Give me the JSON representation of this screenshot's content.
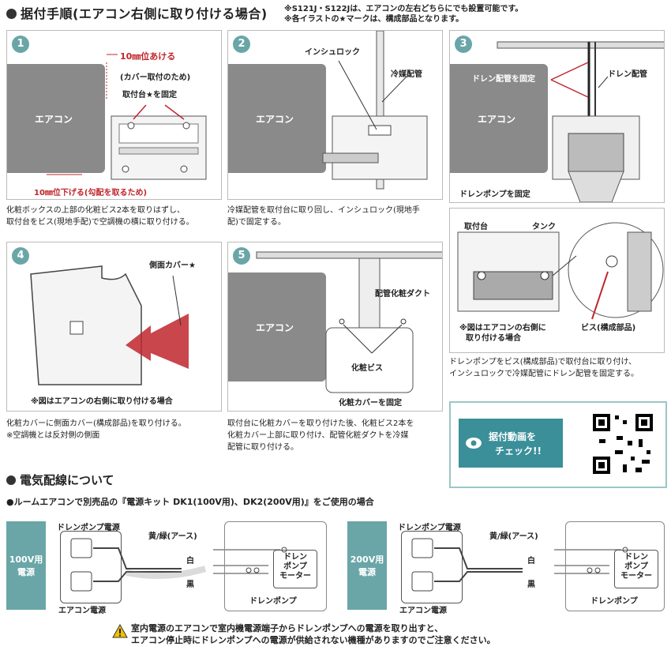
{
  "header": {
    "title": "据付手順(エアコン右側に取り付ける場合)",
    "note1": "※S121J・S122Jは、エアコンの左右どちらにでも設置可能です。",
    "note2": "※各イラストの★マークは、構成部品となります。"
  },
  "step1": {
    "num": "1",
    "ac_label": "エアコン",
    "l1": "10㎜位あける",
    "l2": "(カバー取付のため)",
    "l3": "取付台★を固定",
    "l4": "10㎜位下げる(勾配を取るため)",
    "caption1": "化粧ボックスの上部の化粧ビス2本を取りはずし、",
    "caption2": "取付台をビス(現地手配)で空調機の横に取り付ける。"
  },
  "step2": {
    "num": "2",
    "ac_label": "エアコン",
    "l1": "インシュロック",
    "l2": "冷媒配管",
    "caption1": "冷媒配管を取付台に取り回し、インシュロック(現地手",
    "caption2": "配)で固定する。"
  },
  "step3": {
    "num": "3",
    "ac_label": "エアコン",
    "l1": "ドレン配管を固定",
    "l2": "ドレン配管",
    "l3": "ドレンポンプを固定"
  },
  "detail": {
    "l1": "取付台",
    "l2": "タンク",
    "l3": "※図はエアコンの右側に",
    "l4": "取り付ける場合",
    "l5": "ビス(構成部品)",
    "caption1": "ドレンポンプをビス(構成部品)で取付台に取り付け、",
    "caption2": "インシュロックで冷媒配管にドレン配管を固定する。"
  },
  "step4": {
    "num": "4",
    "l1": "側面カバー★",
    "l2": "※図はエアコンの右側に取り付ける場合",
    "caption1": "化粧カバーに側面カバー(構成部品)を取り付ける。",
    "caption2": "※空調機とは反対側の側面"
  },
  "step5": {
    "num": "5",
    "ac_label": "エアコン",
    "l1": "配管化粧ダクト",
    "l2": "化粧ビス",
    "l3": "化粧カバーを固定",
    "caption1": "取付台に化粧カバーを取り付けた後、化粧ビス2本を",
    "caption2": "化粧カバー上部に取り付け、配管化粧ダクトを冷媒",
    "caption3": "配管に取り付ける。"
  },
  "video": {
    "line1": "据付動画を",
    "line2": "チェック!!"
  },
  "wiring": {
    "title": "電気配線について",
    "subtitle": "●ルームエアコンで別売品の『電源キット DK1(100V用)、DK2(200V用)』をご使用の場合",
    "left": {
      "psu1": "100V用",
      "psu2": "電源",
      "drain_power": "ドレンポンプ電源",
      "ac_power": "エアコン電源",
      "earth": "黄/緑(アース)",
      "white": "白",
      "black": "黒",
      "motor1": "ドレン",
      "motor2": "ポンプ",
      "motor3": "モーター",
      "pump": "ドレンポンプ"
    },
    "right": {
      "psu1": "200V用",
      "psu2": "電源",
      "drain_power": "ドレンポンプ電源",
      "ac_power": "エアコン電源",
      "earth": "黄/緑(アース)",
      "white": "白",
      "black": "黒",
      "motor1": "ドレン",
      "motor2": "ポンプ",
      "motor3": "モーター",
      "pump": "ドレンポンプ"
    }
  },
  "warning": {
    "line1": "室内電源のエアコンで室内機電源端子からドレンポンプへの電源を取り出すと、",
    "line2": "エアコン停止時にドレンポンプへの電源が供給されない機種がありますのでご注意ください。"
  }
}
